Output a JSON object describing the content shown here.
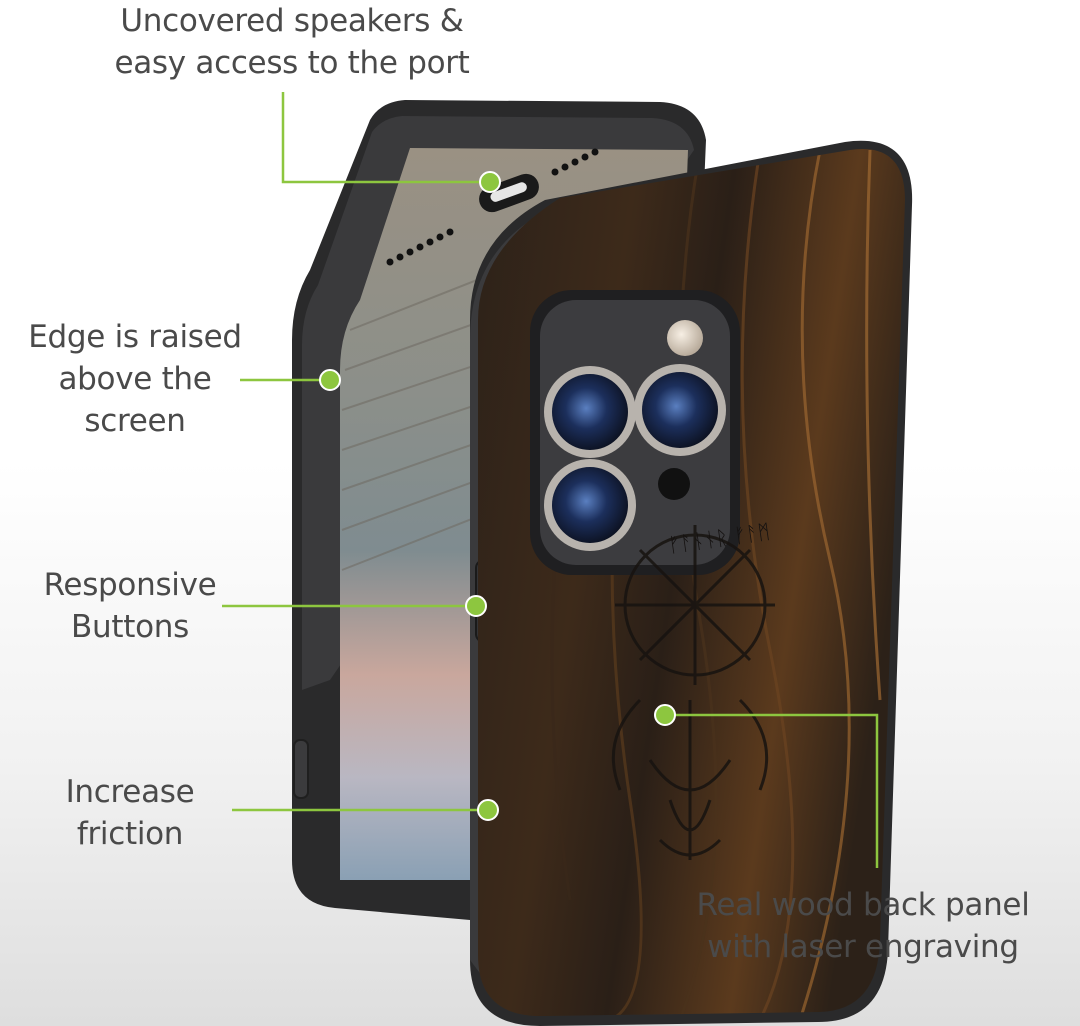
{
  "callouts": {
    "speakers": {
      "line1": "Uncovered speakers &",
      "line2": "easy access to the port"
    },
    "edge": {
      "line1": "Edge is raised",
      "line2": "above the",
      "line3": "screen"
    },
    "buttons": {
      "line1": "Responsive",
      "line2": "Buttons"
    },
    "friction": {
      "line1": "Increase",
      "line2": "friction"
    },
    "wood": {
      "line1": "Real wood back panel",
      "line2": "with laser engraving"
    }
  },
  "engraving": {
    "rune_text": "ᚠᚨᚾᚾᚱ ᚠᚨᛗ"
  },
  "colors": {
    "accent": "#8dc63f",
    "text": "#4a4a4a",
    "case": "#2a2a2b",
    "wood_dark": "#2b2119",
    "wood_light": "#8a5a2c"
  }
}
